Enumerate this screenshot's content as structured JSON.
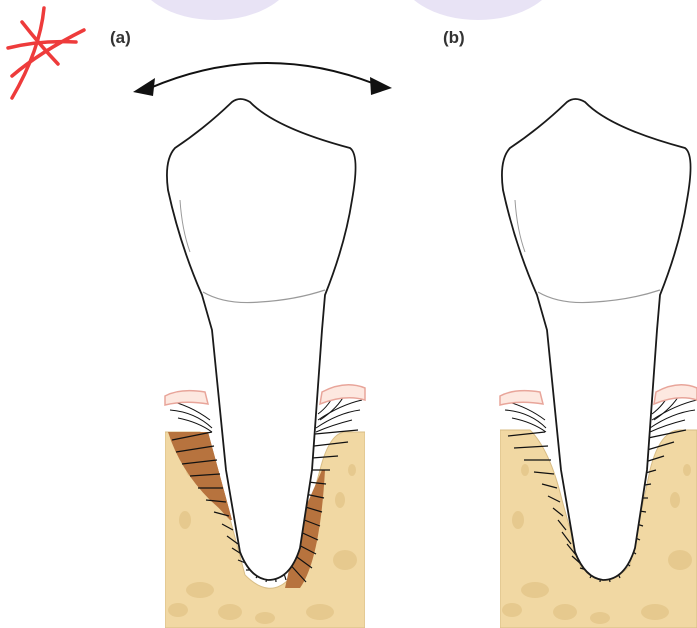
{
  "panels": {
    "a": {
      "label": "(a)"
    },
    "b": {
      "label": "(b)"
    }
  },
  "colors": {
    "bone": "#f1d8a3",
    "bone_spot": "#e6c98e",
    "bone_outline": "#d8bd86",
    "gum": "#fde8e0",
    "gum_line": "#e8a59a",
    "widened_ligament": "#b7733e",
    "tooth_fill": "#ffffff",
    "tooth_outline": "#1a1a1a",
    "cej_line": "#9a9a9a",
    "arrow": "#111111",
    "annotation_mark": "#ee3b3b",
    "top_circles": "#e8e3f5"
  },
  "icons": {
    "annotation": "red-asterisk-scribble",
    "movement": "double-headed-curved-arrow"
  }
}
